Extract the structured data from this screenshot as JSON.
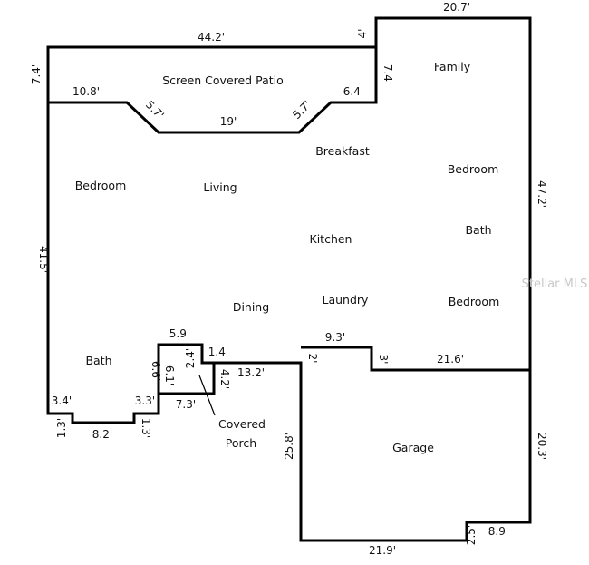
{
  "rooms": {
    "screen_patio": "Screen Covered Patio",
    "family": "Family",
    "breakfast": "Breakfast",
    "bedroom_right_top": "Bedroom",
    "bedroom_left": "Bedroom",
    "living": "Living",
    "bath_right": "Bath",
    "kitchen": "Kitchen",
    "laundry": "Laundry",
    "bedroom_right_bottom": "Bedroom",
    "dining": "Dining",
    "bath_left": "Bath",
    "covered_porch_line1": "Covered",
    "covered_porch_line2": "Porch",
    "garage": "Garage"
  },
  "dimensions": {
    "top_family": "20.7'",
    "patio_top": "44.2'",
    "family_step": "4'",
    "left_patio": "7.4'",
    "patio_left_run": "10.8'",
    "family_patio_side": "7.4'",
    "patio_right_run": "6.4'",
    "bay_left": "5.7'",
    "bay_right": "5.7'",
    "bay_bottom": "19'",
    "right_side": "47.2'",
    "left_side": "41.5'",
    "porch_top": "5.9'",
    "porch_left": "6.6'",
    "porch_inner_left": "6.1'",
    "porch_inner_top": "2.4'",
    "porch_step": "1.4'",
    "porch_right": "4.2'",
    "porch_bottom": "7.3'",
    "porch_run": "13.2'",
    "garage_top": "9.3'",
    "garage_step_left": "2'",
    "garage_step_right": "3'",
    "garage_right_run": "21.6'",
    "bath_left_a": "3.4'",
    "bath_left_b": "3.3'",
    "bath_jog_left": "1.3'",
    "bath_jog_right": "1.3'",
    "bath_bottom": "8.2'",
    "garage_left": "25.8'",
    "garage_right": "20.3'",
    "garage_bottom": "21.9'",
    "garage_jog": "2.5'",
    "garage_jog_run": "8.9'"
  },
  "watermark": "Stellar MLS"
}
